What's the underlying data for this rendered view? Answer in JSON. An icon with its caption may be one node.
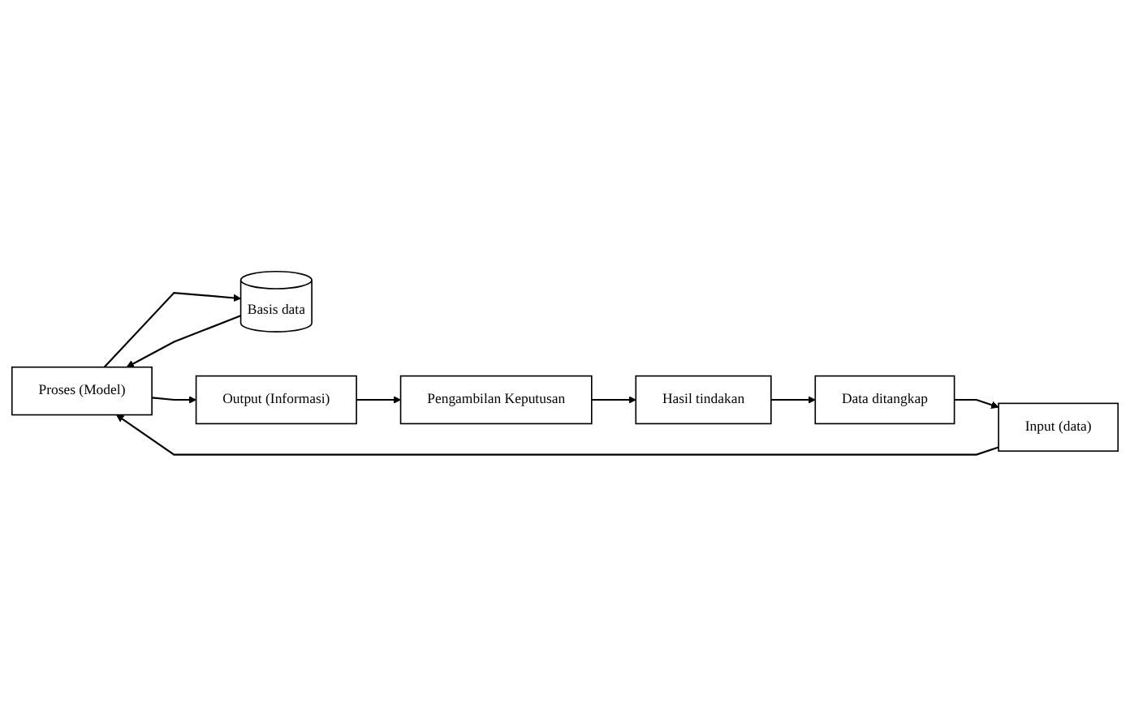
{
  "diagram": {
    "nodes": [
      {
        "text": [
          "Proses (Model)"
        ]
      },
      {
        "text": [
          "Input (data)"
        ]
      },
      {
        "text": [
          "Basis data"
        ]
      },
      {
        "text": [
          "Output (Informasi)"
        ]
      },
      {
        "text": [
          "Data ditangkap"
        ]
      },
      {
        "text": [
          "Pengambilan Keputusan"
        ]
      },
      {
        "text": [
          "Hasil tindakan"
        ]
      }
    ],
    "edges": [
      {
        "from": 1,
        "to": 0,
        "arrow": "to"
      },
      {
        "from": 0,
        "to": 2,
        "arrow": "to"
      },
      {
        "from": 2,
        "to": 0,
        "arrow": "to"
      },
      {
        "from": 0,
        "to": 3,
        "arrow": "to"
      },
      {
        "from": 3,
        "to": 5,
        "arrow": "to"
      },
      {
        "from": 5,
        "to": 6,
        "arrow": "to"
      },
      {
        "from": 6,
        "to": 4,
        "arrow": "to"
      },
      {
        "from": 4,
        "to": 1,
        "arrow": "to"
      }
    ]
  }
}
